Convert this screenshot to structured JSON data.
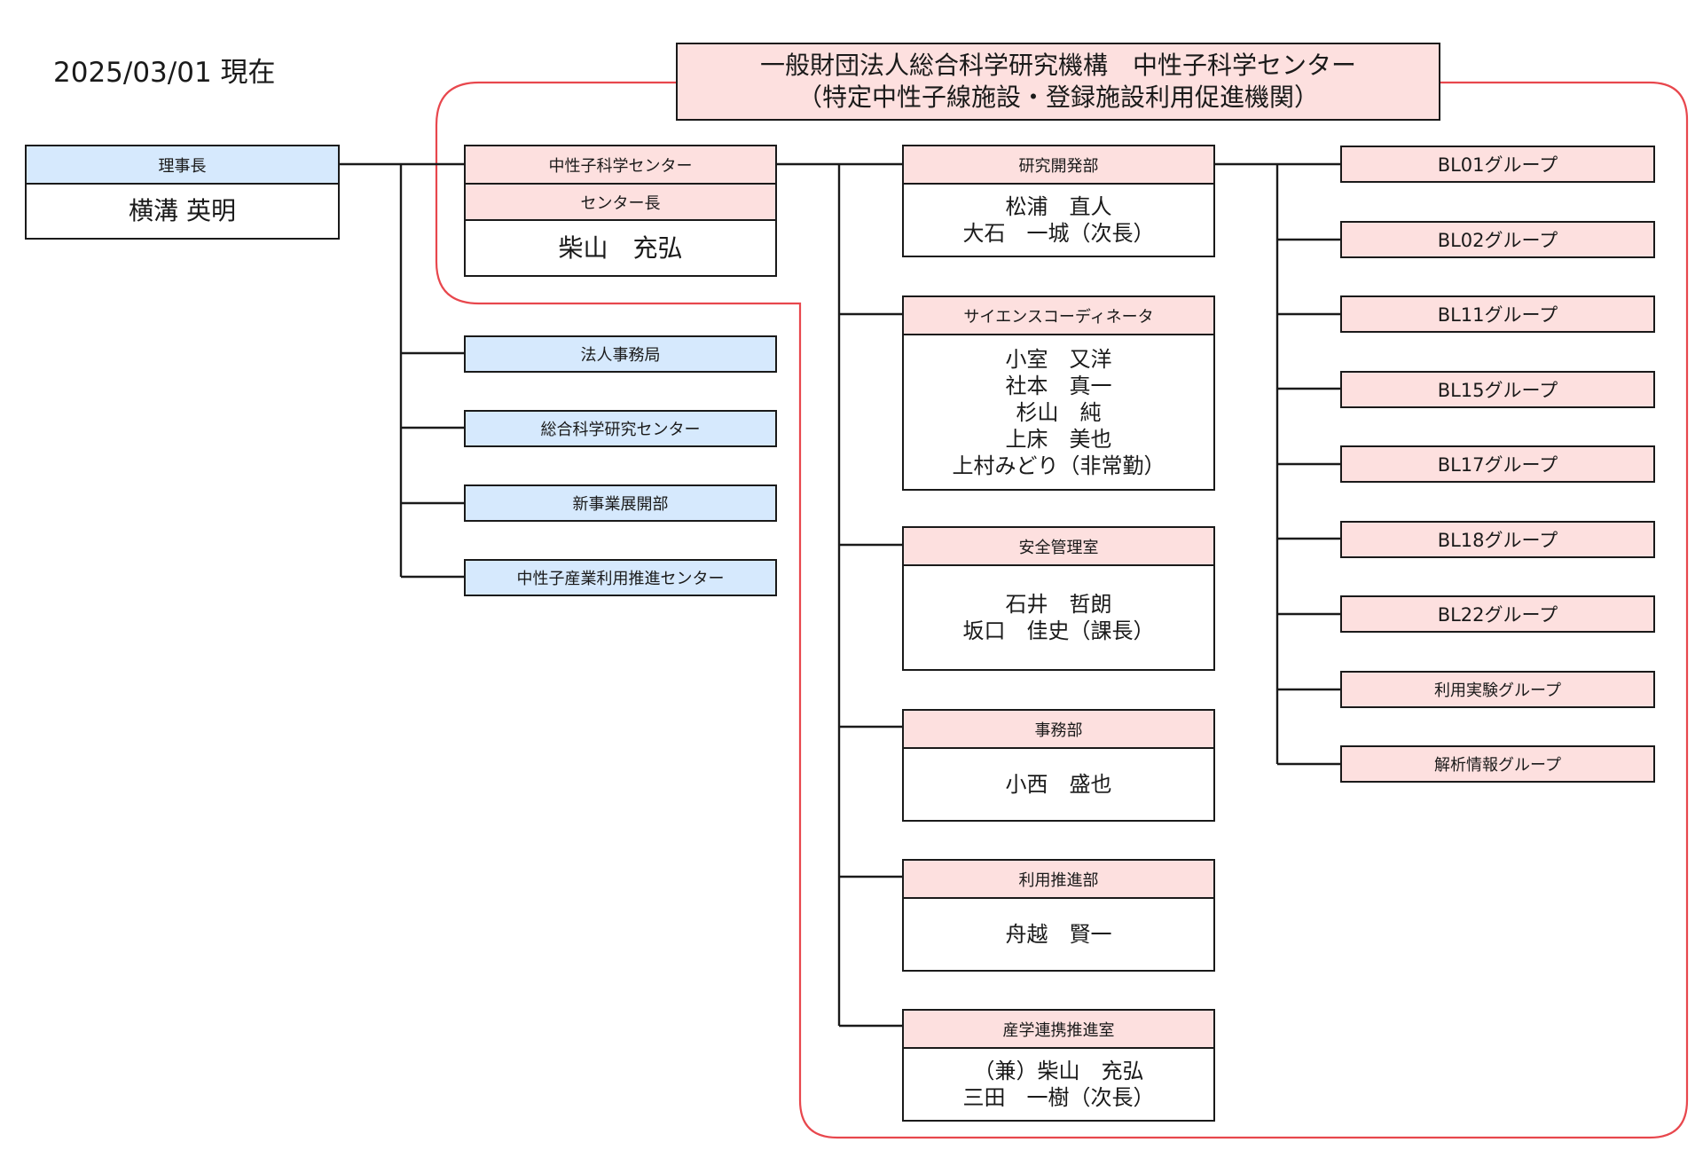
{
  "date": "2025/03/01 現在",
  "title": {
    "line1": "一般財団法人総合科学研究機構　中性子科学センター",
    "line2": "（特定中性子線施設・登録施設利用促進機関）"
  },
  "chairman": {
    "label": "理事長",
    "name": "横溝 英明"
  },
  "center": {
    "label": "中性子科学センター",
    "role": "センター長",
    "name": "柴山　充弘"
  },
  "org_units": [
    "法人事務局",
    "総合科学研究センター",
    "新事業展開部",
    "中性子産業利用推進センター"
  ],
  "departments": [
    {
      "label": "研究開発部",
      "members": [
        "松浦　直人",
        "大石　一城（次長）"
      ]
    },
    {
      "label": "サイエンスコーディネータ",
      "members": [
        "小室　又洋",
        "社本　真一",
        "杉山　純",
        "上床　美也",
        "上村みどり（非常勤）"
      ]
    },
    {
      "label": "安全管理室",
      "members": [
        "石井　哲朗",
        "坂口　佳史（課長）"
      ]
    },
    {
      "label": "事務部",
      "members": [
        "小西　盛也"
      ]
    },
    {
      "label": "利用推進部",
      "members": [
        "舟越　賢一"
      ]
    },
    {
      "label": "産学連携推進室",
      "members": [
        "（兼）柴山　充弘",
        "三田　一樹（次長）"
      ]
    }
  ],
  "groups": [
    "BL01グループ",
    "BL02グループ",
    "BL11グループ",
    "BL15グループ",
    "BL17グループ",
    "BL18グループ",
    "BL22グループ",
    "利用実験グループ",
    "解析情報グループ"
  ],
  "colors": {
    "pink": "#fde0df",
    "blue": "#d6e9fd",
    "outline": "#e8474d",
    "line": "#1a1a1a"
  }
}
